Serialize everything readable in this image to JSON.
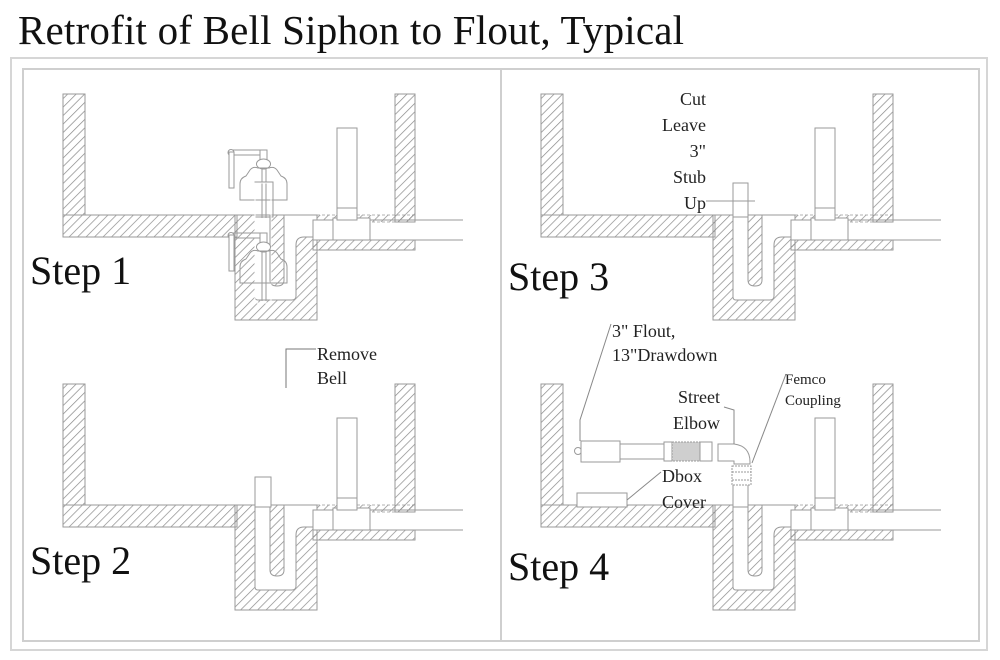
{
  "title": "Retrofit of Bell Siphon to Flout, Typical",
  "colors": {
    "line": "#9a9a9a",
    "hatch": "#8a8a8a",
    "text": "#111111",
    "frame": "#d0d0d0",
    "coupling_fill": "#cfcfcf"
  },
  "steps": [
    {
      "label": "Step 1",
      "annotations": []
    },
    {
      "label": "Step 2",
      "annotations": [
        {
          "text": "Remove\nBell",
          "lines": [
            "Remove",
            "Bell"
          ]
        }
      ]
    },
    {
      "label": "Step 3",
      "annotations": [
        {
          "lines": [
            "Cut",
            "Leave",
            "3\"",
            "Stub",
            "Up"
          ]
        }
      ]
    },
    {
      "label": "Step 4",
      "annotations": [
        {
          "lines": [
            "3\" Flout,",
            "13\"Drawdown"
          ]
        },
        {
          "lines": [
            "Street",
            "Elbow"
          ]
        },
        {
          "lines": [
            "Femco",
            "Coupling"
          ]
        },
        {
          "lines": [
            "Dbox",
            "Cover"
          ]
        }
      ]
    }
  ]
}
